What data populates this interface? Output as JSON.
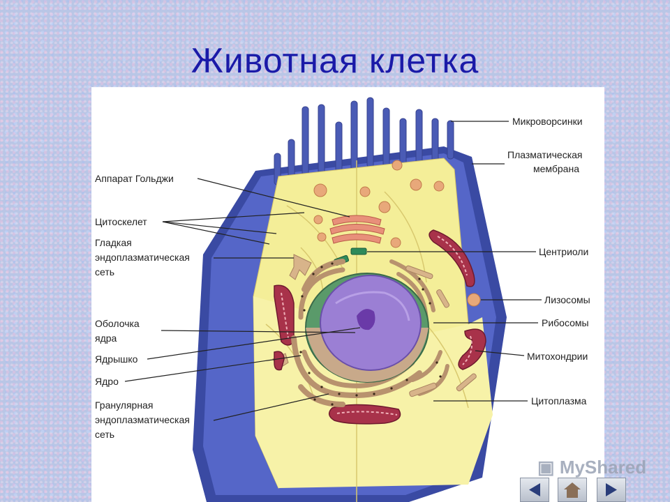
{
  "title": "Животная клетка",
  "labels": {
    "microvilli": "Микроворсинки",
    "plasma_membrane_1": "Плазматическая",
    "plasma_membrane_2": "мембрана",
    "golgi": "Аппарат Гольджи",
    "cytoskeleton": "Цитоскелет",
    "smooth_er_1": "Гладкая",
    "smooth_er_2": "эндоплазматическая",
    "smooth_er_3": "сеть",
    "centrioles": "Центриоли",
    "lysosomes": "Лизосомы",
    "nuclear_envelope_1": "Оболочка",
    "nuclear_envelope_2": "ядра",
    "ribosomes": "Рибосомы",
    "nucleolus": "Ядрышко",
    "mitochondria": "Митохондрии",
    "nucleus": "Ядро",
    "cytoplasm": "Цитоплазма",
    "rough_er_1": "Гранулярная",
    "rough_er_2": "эндоплазматическая",
    "rough_er_3": "сеть"
  },
  "watermark": "MyShared",
  "nav": {
    "prev_icon": "triangle-left-icon",
    "home_icon": "home-icon",
    "next_icon": "triangle-right-icon"
  },
  "colors": {
    "title": "#1a1aa8",
    "membrane": "#4a5bb5",
    "cytoplasm": "#f6f09a",
    "nucleus": "#9b7fd4",
    "mitochondria": "#a8324a",
    "er": "#c8a98a",
    "lysosome": "#e8a87a"
  }
}
